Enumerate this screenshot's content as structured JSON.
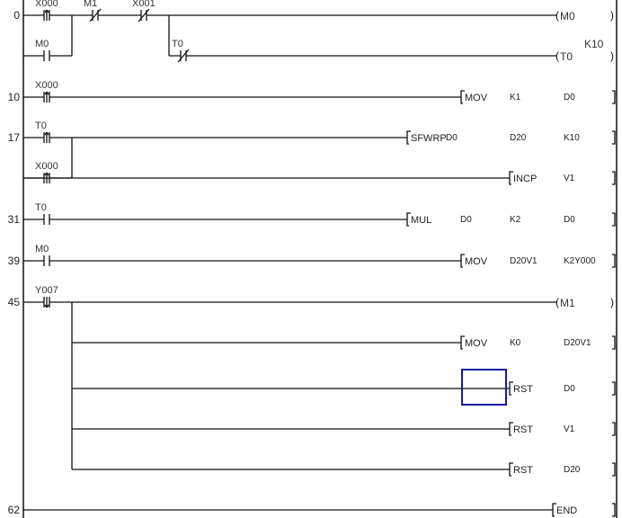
{
  "editor": {
    "cursor": {
      "row": 9,
      "column": "before-RST"
    },
    "accent_color": "#1a1aa0"
  },
  "rungs": [
    {
      "step": "0",
      "contacts": [
        {
          "device": "X000",
          "type": "rising-edge"
        },
        {
          "device": "M1",
          "type": "nc"
        },
        {
          "device": "X001",
          "type": "nc"
        }
      ],
      "branch_contacts": [
        {
          "device": "M0",
          "type": "no"
        }
      ],
      "output": {
        "kind": "coil",
        "device": "M0"
      }
    },
    {
      "step": "",
      "contacts": [
        {
          "device": "T0",
          "type": "nc"
        }
      ],
      "output": {
        "kind": "coil",
        "device": "T0",
        "setting": "K10"
      }
    },
    {
      "step": "10",
      "contacts": [
        {
          "device": "X000",
          "type": "rising-edge"
        }
      ],
      "output": {
        "kind": "instruction",
        "op": "MOV",
        "args": [
          "K1",
          "D0"
        ]
      }
    },
    {
      "step": "17",
      "contacts": [
        {
          "device": "T0",
          "type": "rising-edge"
        }
      ],
      "output": {
        "kind": "instruction",
        "op": "SFWRP",
        "args": [
          "D0",
          "D20",
          "K10"
        ]
      }
    },
    {
      "step": "",
      "contacts": [
        {
          "device": "X000",
          "type": "rising-edge"
        }
      ],
      "output": {
        "kind": "instruction",
        "op": "INCP",
        "args": [
          "V1"
        ]
      }
    },
    {
      "step": "31",
      "contacts": [
        {
          "device": "T0",
          "type": "no"
        }
      ],
      "output": {
        "kind": "instruction",
        "op": "MUL",
        "args": [
          "D0",
          "K2",
          "D0"
        ]
      }
    },
    {
      "step": "39",
      "contacts": [
        {
          "device": "M0",
          "type": "no"
        }
      ],
      "output": {
        "kind": "instruction",
        "op": "MOV",
        "args": [
          "D20V1",
          "K2Y000"
        ]
      }
    },
    {
      "step": "45",
      "contacts": [
        {
          "device": "Y007",
          "type": "falling-edge"
        }
      ],
      "output": {
        "kind": "coil",
        "device": "M1"
      }
    },
    {
      "step": "",
      "output": {
        "kind": "instruction",
        "op": "MOV",
        "args": [
          "K0",
          "D20V1"
        ]
      }
    },
    {
      "step": "",
      "output": {
        "kind": "instruction",
        "op": "RST",
        "args": [
          "D0"
        ]
      }
    },
    {
      "step": "",
      "output": {
        "kind": "instruction",
        "op": "RST",
        "args": [
          "V1"
        ]
      }
    },
    {
      "step": "",
      "output": {
        "kind": "instruction",
        "op": "RST",
        "args": [
          "D20"
        ]
      }
    },
    {
      "step": "62",
      "output": {
        "kind": "instruction",
        "op": "END",
        "args": []
      }
    }
  ]
}
